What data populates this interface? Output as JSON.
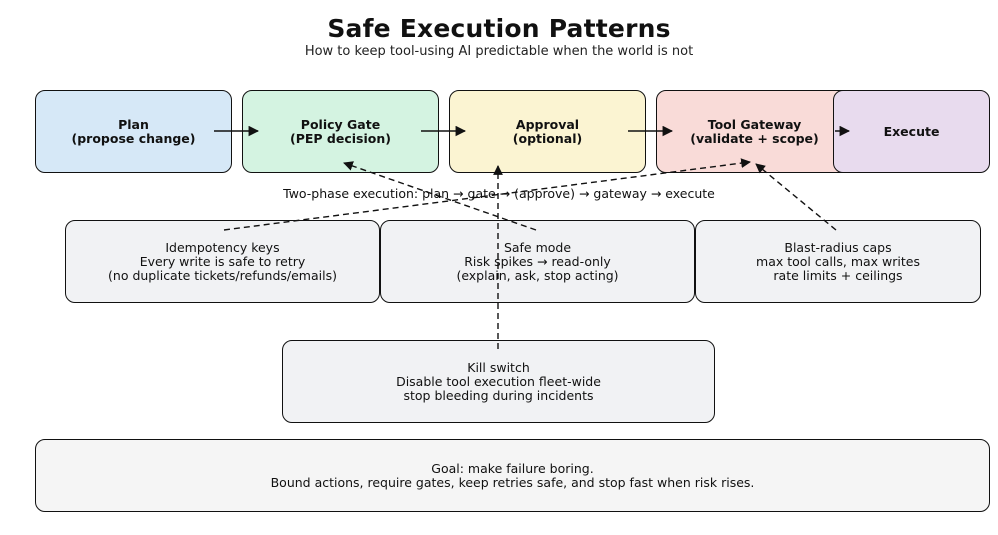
{
  "title": "Safe Execution Patterns",
  "subtitle": "How to keep tool-using AI predictable when the world is not",
  "stages": [
    {
      "line1": "Plan",
      "line2": "(propose change)",
      "color": "#d6e8f7"
    },
    {
      "line1": "Policy Gate",
      "line2": "(PEP decision)",
      "color": "#d4f3e1"
    },
    {
      "line1": "Approval",
      "line2": "(optional)",
      "color": "#fbf4d2"
    },
    {
      "line1": "Tool Gateway",
      "line2": "(validate + scope)",
      "color": "#f9dbd8"
    },
    {
      "line1": "Execute",
      "line2": "",
      "color": "#e8dbee"
    }
  ],
  "flow_note": "Two-phase execution: plan → gate → (approve) → gateway → execute",
  "patterns": [
    {
      "line1": "Idempotency keys",
      "line2": "Every write is safe to retry",
      "line3": "(no duplicate tickets/refunds/emails)"
    },
    {
      "line1": "Safe mode",
      "line2": "Risk spikes → read-only",
      "line3": "(explain, ask, stop acting)"
    },
    {
      "line1": "Blast-radius caps",
      "line2": "max tool calls, max writes",
      "line3": "rate limits + ceilings"
    }
  ],
  "kill_switch": {
    "line1": "Kill switch",
    "line2": "Disable tool execution fleet-wide",
    "line3": "stop bleeding during incidents"
  },
  "goal": {
    "line1": "Goal: make failure boring.",
    "line2": "Bound actions, require gates, keep retries safe, and stop fast when risk rises."
  },
  "colors": {
    "pattern_fill": "#f1f2f4",
    "goal_fill": "#f5f5f5",
    "stroke": "#111111"
  }
}
